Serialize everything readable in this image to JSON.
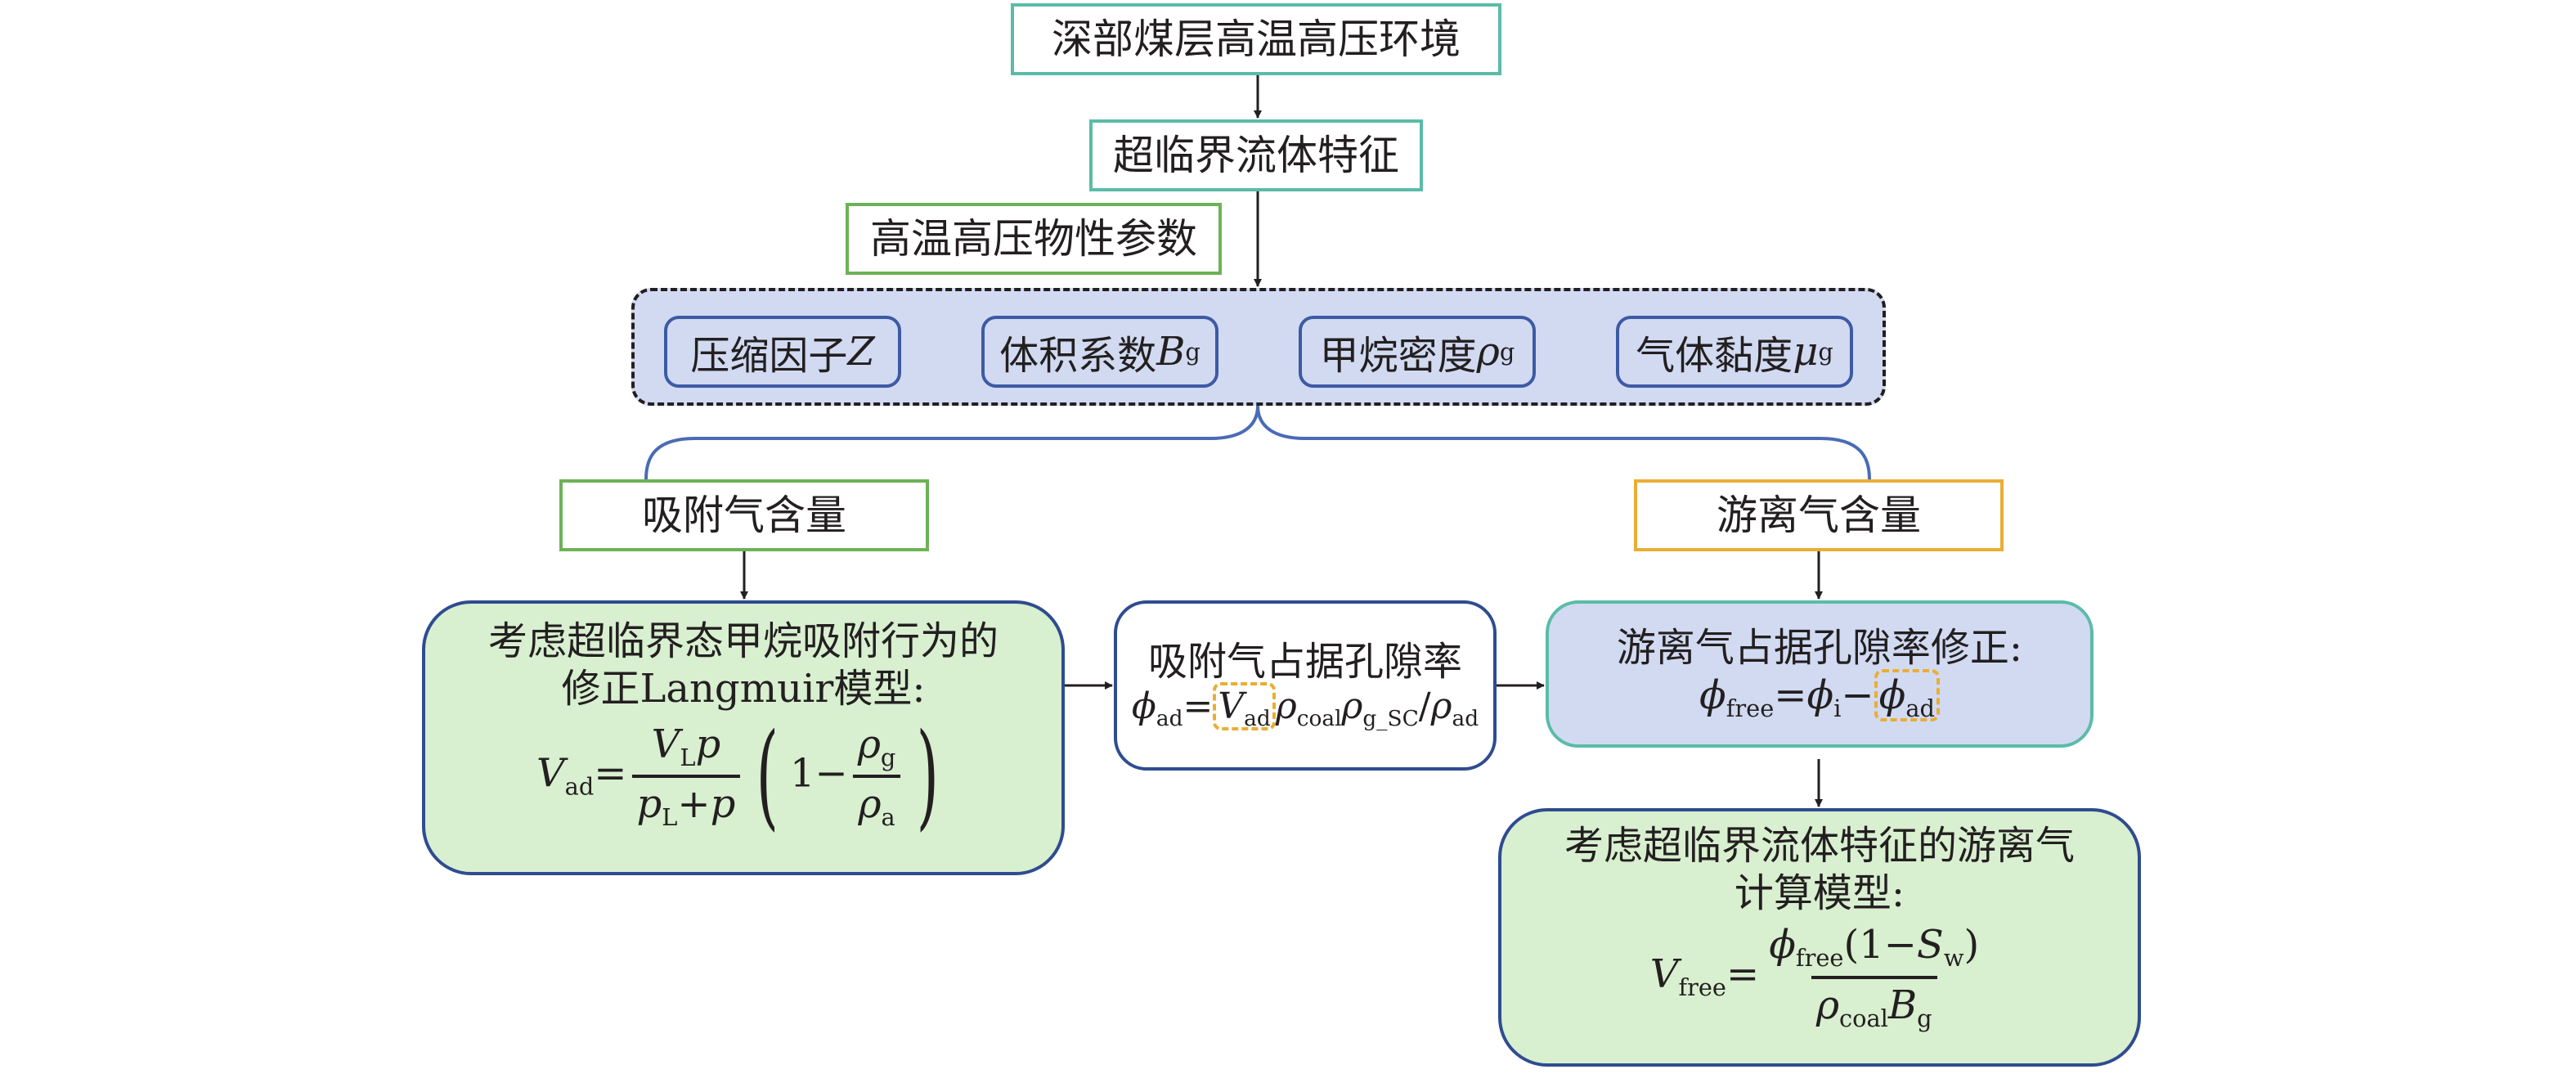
{
  "nodes": {
    "environment": "深部煤层高温高压环境",
    "supercritical": "超临界流体特征",
    "properties_label": "高温高压物性参数",
    "params": [
      {
        "text": "压缩因子",
        "symbol": "Z",
        "sub": ""
      },
      {
        "text": "体积系数",
        "symbol": "B",
        "sub": "g"
      },
      {
        "text": "甲烷密度",
        "symbol": "ρ",
        "sub": "g"
      },
      {
        "text": "气体黏度",
        "symbol": "μ",
        "sub": "g"
      }
    ],
    "adsorbed_content": "吸附气含量",
    "free_content": "游离气含量",
    "langmuir": {
      "line1": "考虑超临界态甲烷吸附行为的",
      "line2": "修正Langmuir模型:",
      "formula": "V_ad = V_L p / (p_L + p) · (1 − ρ_g / ρ_a)"
    },
    "adsorbed_porosity": {
      "title": "吸附气占据孔隙率",
      "formula": "φ_ad = V_ad ρ_coal ρ_g_SC / ρ_ad"
    },
    "free_porosity": {
      "title": "游离气占据孔隙率修正:",
      "formula": "φ_free = φ_i − φ_ad"
    },
    "free_model": {
      "line1": "考虑超临界流体特征的游离气",
      "line2": "计算模型:",
      "formula": "V_free = φ_free (1 − S_w) / (ρ_coal B_g)"
    }
  },
  "colors": {
    "teal_border": "#5bbba8",
    "green_border": "#6db255",
    "orange_border": "#e9ae35",
    "navy_border": "#2f4c8f",
    "blue_fill": "#d1daf1",
    "green_fill": "#d8efd0",
    "brace": "#4a6bb5"
  }
}
